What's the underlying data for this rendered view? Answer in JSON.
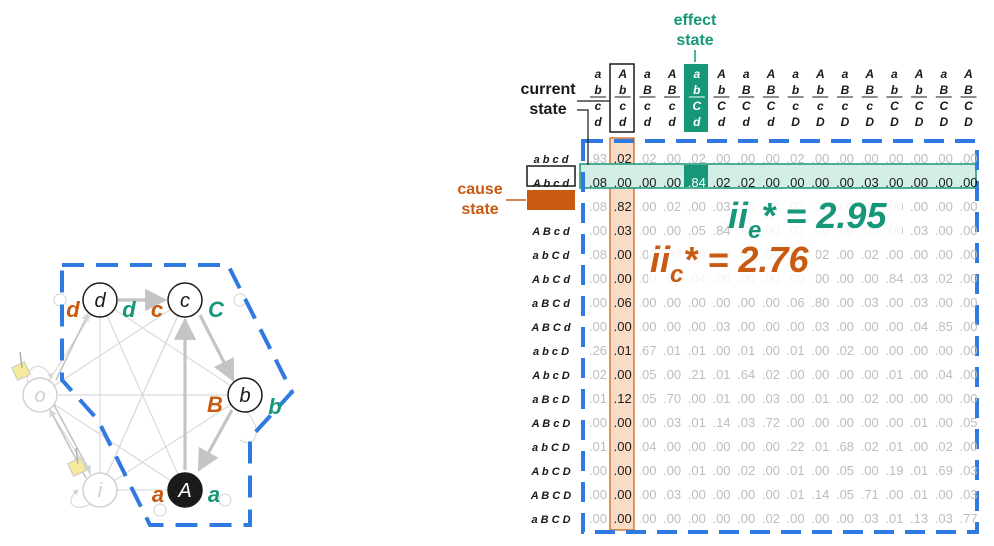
{
  "colors": {
    "orange": "#c85a12",
    "teal": "#17977a",
    "blue": "#2e7ae0",
    "light_gray": "#bdbdbd",
    "edge_gray": "#c4c4c4",
    "black": "#1a1a1a",
    "sticky_yellow": "#f5eb9c",
    "orange_fill": "#f8dcc6",
    "teal_fill": "#d3efe5"
  },
  "labels": {
    "effect_state": [
      "effect",
      "state"
    ],
    "current_state": [
      "current",
      "state"
    ],
    "cause_state": [
      "cause",
      "state"
    ],
    "ii_e": "ii",
    "ii_e_sub": "e",
    "ii_e_value": "* = 2.95",
    "ii_c": "ii",
    "ii_c_sub": "c",
    "ii_c_value": "* = 2.76"
  },
  "network": {
    "nodes": [
      {
        "id": "d",
        "label": "d",
        "style": "white",
        "left_label": "d",
        "left_color": "orange",
        "right_label": "d",
        "right_color": "teal"
      },
      {
        "id": "c",
        "label": "c",
        "style": "white",
        "left_label": "c",
        "left_color": "orange",
        "right_label": "C",
        "right_color": "teal"
      },
      {
        "id": "b",
        "label": "b",
        "style": "white",
        "left_label": "B",
        "left_color": "orange",
        "right_label": "b",
        "right_color": "teal"
      },
      {
        "id": "A",
        "label": "A",
        "style": "black",
        "left_label": "a",
        "left_color": "orange",
        "right_label": "a",
        "right_color": "teal"
      },
      {
        "id": "o",
        "label": "o",
        "style": "faded"
      },
      {
        "id": "i",
        "label": "i",
        "style": "faded"
      }
    ]
  },
  "matrix": {
    "column_states": [
      [
        "a",
        "b",
        "c",
        "d"
      ],
      [
        "A",
        "b",
        "c",
        "d"
      ],
      [
        "a",
        "B",
        "c",
        "d"
      ],
      [
        "A",
        "B",
        "c",
        "d"
      ],
      [
        "a",
        "b",
        "C",
        "d"
      ],
      [
        "A",
        "b",
        "C",
        "d"
      ],
      [
        "a",
        "B",
        "C",
        "d"
      ],
      [
        "A",
        "B",
        "C",
        "d"
      ],
      [
        "a",
        "b",
        "c",
        "D"
      ],
      [
        "A",
        "b",
        "c",
        "D"
      ],
      [
        "a",
        "B",
        "c",
        "D"
      ],
      [
        "A",
        "B",
        "c",
        "D"
      ],
      [
        "a",
        "b",
        "C",
        "D"
      ],
      [
        "A",
        "b",
        "C",
        "D"
      ],
      [
        "a",
        "B",
        "C",
        "D"
      ],
      [
        "A",
        "B",
        "C",
        "D"
      ]
    ],
    "row_states": [
      "a b c d",
      "A b c d",
      "a B c d",
      "A B c d",
      "a b C d",
      "A b C d",
      "a B C d",
      "A B C d",
      "a b c D",
      "A b c D",
      "a B c D",
      "A B c D",
      "a b C D",
      "A b C D",
      "A B C D",
      "a B C D"
    ],
    "current_column": 1,
    "effect_column": 4,
    "effect_row": 1,
    "cause_row": 2,
    "cells": [
      [
        ".93",
        ".02",
        ".02",
        ".00",
        ".02",
        ".00",
        ".00",
        ".00",
        ".02",
        ".00",
        ".00",
        ".00",
        ".00",
        ".00",
        ".00",
        ".00"
      ],
      [
        ".08",
        ".00",
        ".00",
        ".00",
        ".84",
        ".02",
        ".02",
        ".00",
        ".00",
        ".00",
        ".00",
        ".03",
        ".00",
        ".00",
        ".00",
        ".00"
      ],
      [
        ".08",
        ".82",
        ".00",
        ".02",
        ".00",
        ".03",
        ".00",
        ".00",
        ".02",
        ".00",
        ".00",
        ".00",
        ".00",
        ".00",
        ".00",
        ".00"
      ],
      [
        ".00",
        ".03",
        ".00",
        ".00",
        ".05",
        ".84",
        ".03",
        ".00",
        ".02",
        ".00",
        ".00",
        ".00",
        ".00",
        ".03",
        ".00",
        ".00"
      ],
      [
        ".08",
        ".00",
        ".00",
        ".00",
        ".00",
        ".02",
        ".00",
        ".00",
        ".02",
        ".02",
        ".00",
        ".02",
        ".00",
        ".00",
        ".00",
        ".00"
      ],
      [
        ".00",
        ".00",
        ".00",
        ".00",
        ".04",
        ".00",
        ".00",
        ".00",
        ".00",
        ".00",
        ".00",
        ".00",
        ".84",
        ".03",
        ".02",
        ".00"
      ],
      [
        ".00",
        ".06",
        ".00",
        ".00",
        ".00",
        ".00",
        ".00",
        ".00",
        ".06",
        ".80",
        ".00",
        ".03",
        ".00",
        ".03",
        ".00",
        ".00"
      ],
      [
        ".00",
        ".00",
        ".00",
        ".00",
        ".00",
        ".03",
        ".00",
        ".00",
        ".00",
        ".03",
        ".00",
        ".00",
        ".00",
        ".04",
        ".85",
        ".00"
      ],
      [
        ".26",
        ".01",
        ".67",
        ".01",
        ".01",
        ".00",
        ".01",
        ".00",
        ".01",
        ".00",
        ".02",
        ".00",
        ".00",
        ".00",
        ".00",
        ".00"
      ],
      [
        ".02",
        ".00",
        ".05",
        ".00",
        ".21",
        ".01",
        ".64",
        ".02",
        ".00",
        ".00",
        ".00",
        ".00",
        ".01",
        ".00",
        ".04",
        ".00"
      ],
      [
        ".01",
        ".12",
        ".05",
        ".70",
        ".00",
        ".01",
        ".00",
        ".03",
        ".00",
        ".01",
        ".00",
        ".02",
        ".00",
        ".00",
        ".00",
        ".00"
      ],
      [
        ".00",
        ".00",
        ".00",
        ".03",
        ".01",
        ".14",
        ".03",
        ".72",
        ".00",
        ".00",
        ".00",
        ".00",
        ".00",
        ".01",
        ".00",
        ".05"
      ],
      [
        ".01",
        ".00",
        ".04",
        ".00",
        ".00",
        ".00",
        ".00",
        ".00",
        ".22",
        ".01",
        ".68",
        ".02",
        ".01",
        ".00",
        ".02",
        ".00"
      ],
      [
        ".00",
        ".00",
        ".00",
        ".00",
        ".01",
        ".00",
        ".02",
        ".00",
        ".01",
        ".00",
        ".05",
        ".00",
        ".19",
        ".01",
        ".69",
        ".03"
      ],
      [
        ".00",
        ".00",
        ".00",
        ".03",
        ".00",
        ".00",
        ".00",
        ".00",
        ".01",
        ".14",
        ".05",
        ".71",
        ".00",
        ".01",
        ".00",
        ".03"
      ],
      [
        ".00",
        ".00",
        ".00",
        ".00",
        ".00",
        ".00",
        ".00",
        ".02",
        ".00",
        ".00",
        ".00",
        ".03",
        ".01",
        ".13",
        ".03",
        ".77"
      ]
    ]
  }
}
